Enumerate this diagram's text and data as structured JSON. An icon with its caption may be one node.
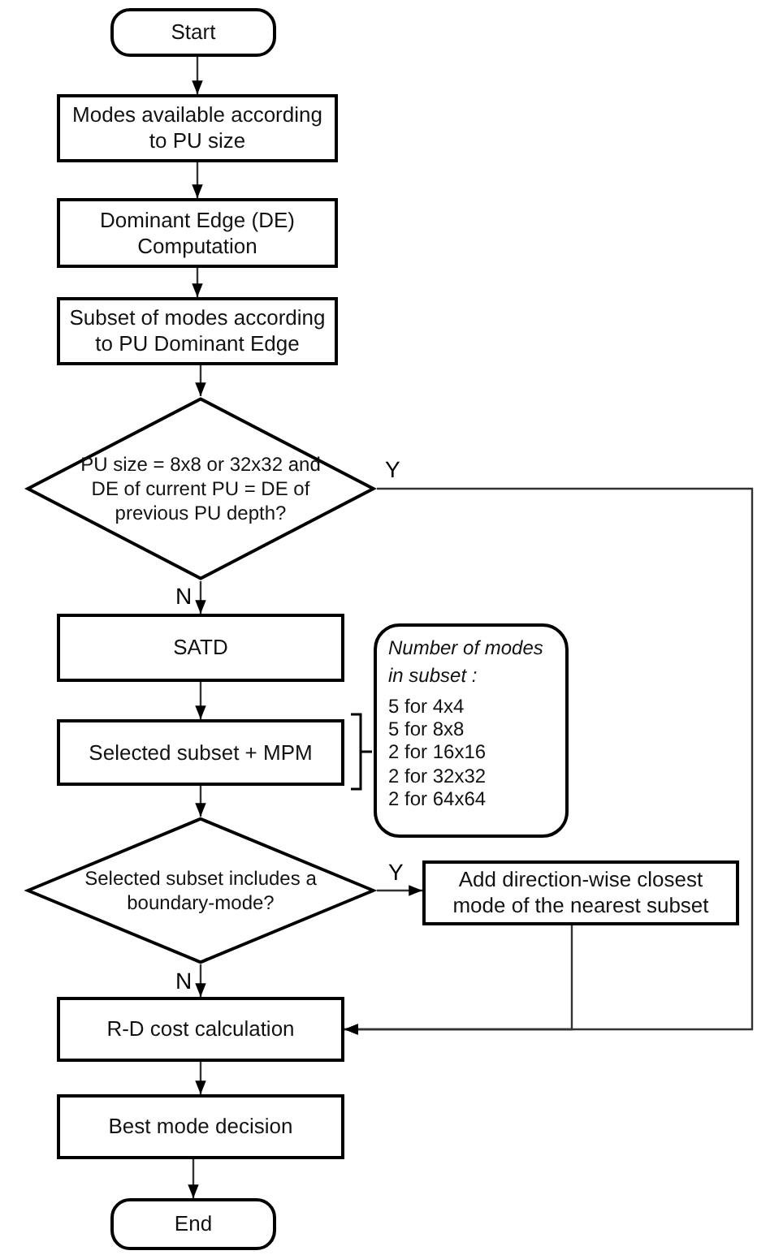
{
  "diagram": {
    "nodes": [
      {
        "text": [
          "Start"
        ]
      },
      {
        "text": [
          "Modes available according to PU size"
        ]
      },
      {
        "text": [
          "Dominant Edge (DE) Computation"
        ]
      },
      {
        "text": [
          "Subset of modes according to PU Dominant Edge"
        ]
      },
      {
        "text": [
          "PU size = 8x8 or 32x32 and DE of current PU = DE of previous PU depth?"
        ]
      },
      {
        "text": [
          "SATD"
        ]
      },
      {
        "text": [
          "Selected subset + MPM"
        ]
      },
      {
        "text": [
          "Number of modes in subset :",
          "5 for 4x4",
          "5 for 8x8",
          "2 for 16x16",
          "2 for 32x32",
          "2 for 64x64"
        ]
      },
      {
        "text": [
          "Selected subset includes a boundary-mode?"
        ]
      },
      {
        "text": [
          "Add direction-wise closest mode of the nearest subset"
        ]
      },
      {
        "text": [
          "R-D cost calculation"
        ]
      },
      {
        "text": [
          "Best mode decision"
        ]
      },
      {
        "text": [
          "End"
        ]
      }
    ],
    "edges": [
      {
        "from": 0,
        "to": 1,
        "arrow": "to"
      },
      {
        "from": 1,
        "to": 2,
        "arrow": "to"
      },
      {
        "from": 2,
        "to": 3,
        "arrow": "to"
      },
      {
        "from": 3,
        "to": 4,
        "arrow": "to"
      },
      {
        "from": 4,
        "to": 5,
        "arrow": "to",
        "label": "N"
      },
      {
        "from": 4,
        "to": 10,
        "arrow": "to",
        "label": "Y"
      },
      {
        "from": 5,
        "to": 6,
        "arrow": "to"
      },
      {
        "from": 6,
        "to": 8,
        "arrow": "to"
      },
      {
        "from": 8,
        "to": 9,
        "arrow": "to",
        "label": "Y"
      },
      {
        "from": 8,
        "to": 10,
        "arrow": "to",
        "label": "N"
      },
      {
        "from": 9,
        "to": 10,
        "arrow": "to"
      },
      {
        "from": 10,
        "to": 11,
        "arrow": "to"
      },
      {
        "from": 11,
        "to": 12,
        "arrow": "to"
      }
    ]
  }
}
